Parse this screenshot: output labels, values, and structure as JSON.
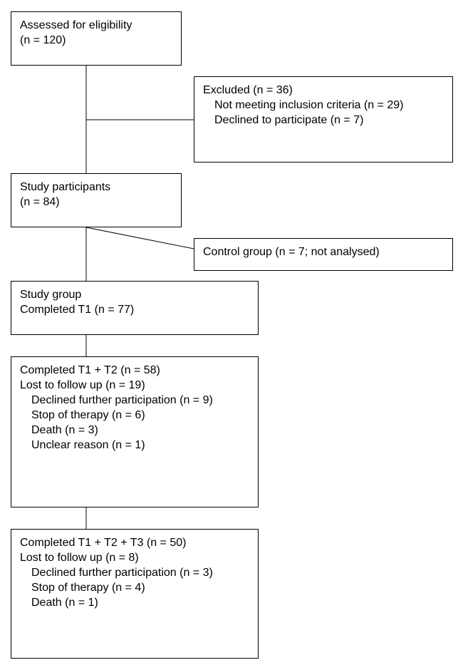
{
  "flowchart": {
    "eligibility": {
      "title": "Assessed for eligibility",
      "count": "(n = 120)"
    },
    "excluded": {
      "title": "Excluded (n = 36)",
      "reasons": [
        "Not meeting inclusion criteria (n = 29)",
        "Declined to participate (n = 7)"
      ]
    },
    "participants": {
      "title": "Study participants",
      "count": "(n = 84)"
    },
    "control": {
      "title": "Control group (n = 7; not analysed)"
    },
    "study_group": {
      "title": "Study group",
      "completed": "Completed T1 (n = 77)"
    },
    "t2": {
      "completed": "Completed T1 + T2 (n = 58)",
      "lost": "Lost to follow up (n = 19)",
      "reasons": [
        "Declined further participation (n = 9)",
        "Stop of therapy (n = 6)",
        "Death (n = 3)",
        "Unclear reason (n = 1)"
      ]
    },
    "t3": {
      "completed": "Completed T1 + T2 + T3 (n = 50)",
      "lost": "Lost to follow up (n = 8)",
      "reasons": [
        "Declined further participation (n = 3)",
        "Stop of therapy (n = 4)",
        "Death (n = 1)"
      ]
    }
  }
}
